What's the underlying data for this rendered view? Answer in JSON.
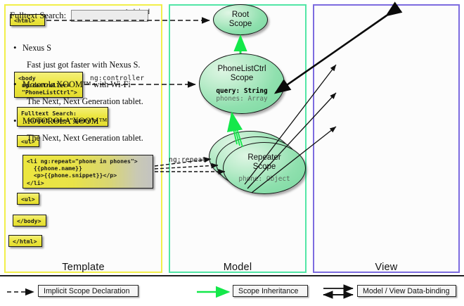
{
  "columns": {
    "template": {
      "label": "Template"
    },
    "model": {
      "label": "Model"
    },
    "view": {
      "label": "View"
    }
  },
  "template_column": {
    "boxes": [
      {
        "name": "html-open-tag",
        "code": "<html>"
      },
      {
        "name": "body-controller-tag",
        "code": "<body\n ng:controller=\n \"PhoneListCtrl\">"
      },
      {
        "name": "fulltext-search-input-markup",
        "code": "Fulltext Search:\n  <input name=\"query\">"
      },
      {
        "name": "ul-open-tag",
        "code": "<ul>"
      },
      {
        "name": "li-repeat-markup",
        "code": "<li ng:repeat=\"phone in phones\">\n  {{phone.name}}\n  <p>{{phone.snippet}}</p>\n</li>"
      },
      {
        "name": "ul-close-tag",
        "code": "<ul>"
      },
      {
        "name": "body-close-tag",
        "code": "</body>"
      },
      {
        "name": "html-close-tag",
        "code": "</html>"
      }
    ]
  },
  "edge_labels": {
    "autobind": "ng:autobind",
    "controller": "ng:controller",
    "repeat": "ng:repeat"
  },
  "model_column": {
    "scopes": [
      {
        "name": "root-scope",
        "title": "Root\nScope",
        "line1": "Root",
        "line2": "Scope",
        "props": []
      },
      {
        "name": "phonelistctrl-scope",
        "line1": "PhoneListCtrl",
        "line2": "Scope",
        "props": [
          {
            "text": "query: String",
            "style": "strong"
          },
          {
            "text": "phones: Array",
            "style": "dim"
          }
        ]
      },
      {
        "name": "repeater-scope",
        "line1": "Repeater",
        "line2": "Scope",
        "props": [
          {
            "text": "phone: Object",
            "style": "dim"
          }
        ]
      }
    ]
  },
  "view_column": {
    "search_label": "Fulltext Search:",
    "search_value": "",
    "search_placeholder": "",
    "items": [
      {
        "title": "Nexus S",
        "desc": "Fast just got faster with Nexus S."
      },
      {
        "title": "Motorola XOOM™  with Wi-Fi",
        "desc": "The Next, Next Generation tablet."
      },
      {
        "title": "MOTOROLA XOOM™",
        "desc": "The Next, Next Generation tablet."
      }
    ]
  },
  "legend": {
    "items": [
      {
        "name": "implicit-scope-declaration",
        "label": "Implicit Scope Declaration",
        "arrow": "dashed-black"
      },
      {
        "name": "scope-inheritance",
        "label": "Scope Inheritance",
        "arrow": "solid-green"
      },
      {
        "name": "model-view-data-binding",
        "label": "Model / View Data-binding",
        "arrow": "double-black"
      }
    ]
  },
  "colors": {
    "template_border": "#f2ef4a",
    "model_border": "#52e6a6",
    "view_border": "#7d6ce0",
    "scope_green": "#8fe0ae",
    "inheritance_arrow": "#14e84a",
    "code_yellow": "#ece63f"
  }
}
